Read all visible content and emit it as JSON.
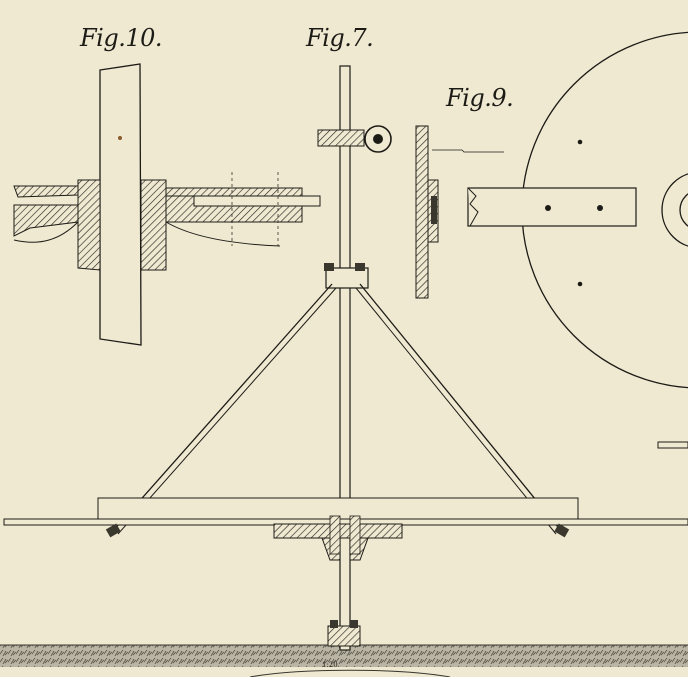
{
  "figures": {
    "fig10": {
      "label": "Fig.10."
    },
    "fig7": {
      "label": "Fig.7."
    },
    "fig9": {
      "label": "Fig.9."
    }
  },
  "scale_mark": "1:20",
  "colors": {
    "paper": "#efe9d2",
    "ink": "#1d1b16",
    "ground": "#9a9585"
  }
}
